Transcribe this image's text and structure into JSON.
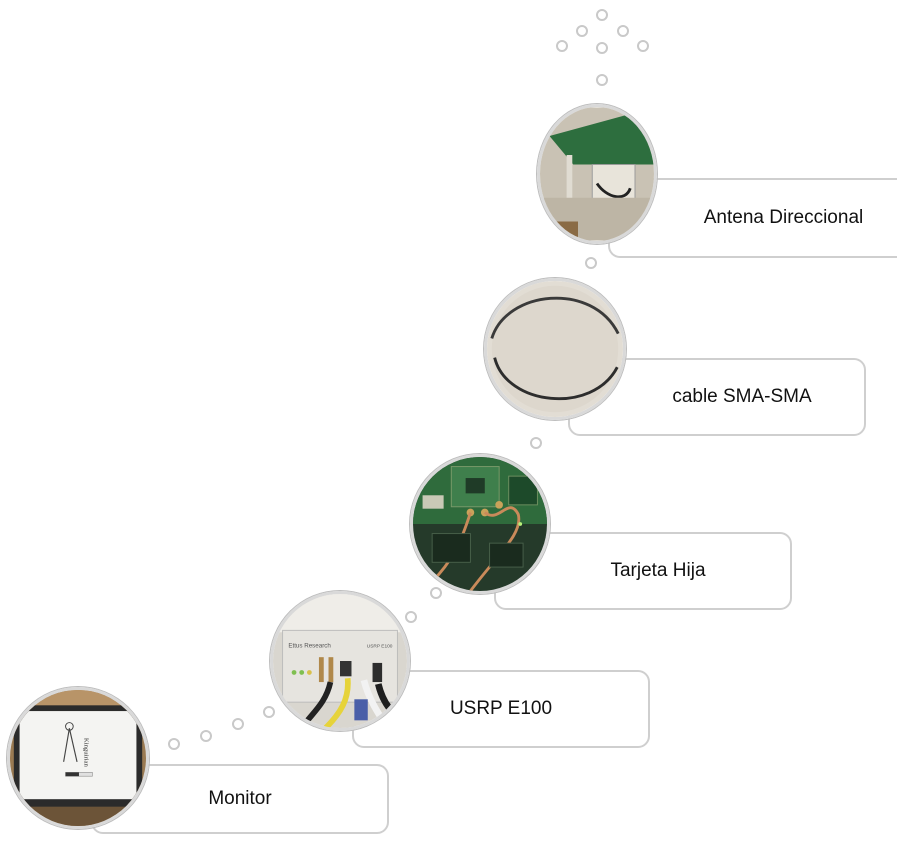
{
  "steps": [
    {
      "id": "monitor",
      "label": "Monitor",
      "photo_icon": "monitor-photo"
    },
    {
      "id": "usrp",
      "label": "USRP E100",
      "photo_icon": "usrp-device-photo"
    },
    {
      "id": "daughterboard",
      "label": "Tarjeta Hija",
      "photo_icon": "circuit-board-photo"
    },
    {
      "id": "cable",
      "label": "cable SMA-SMA",
      "photo_icon": "cable-photo"
    },
    {
      "id": "antenna",
      "label": "Antena Direccional",
      "photo_icon": "antenna-photo"
    }
  ],
  "monitor_screen": {
    "text": "Kinguirian"
  },
  "usrp_panel": {
    "brand": "Ettus Research",
    "model": "USRP E100"
  },
  "colors": {
    "border": "#cfcfcf",
    "dot": "#c9c9c9",
    "pcb_green": "#2f6b3c",
    "antenna_green": "#2d6e3e"
  }
}
